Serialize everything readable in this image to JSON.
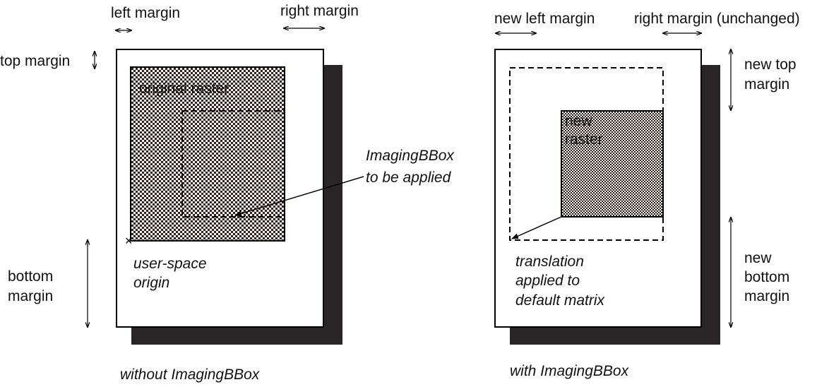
{
  "left_panel": {
    "labels": {
      "left_margin": "left margin",
      "right_margin": "right margin",
      "top_margin": "top margin",
      "bottom_margin": [
        "bottom",
        "margin"
      ],
      "raster": "original raster",
      "bbox": [
        "ImagingBBox",
        "to be applied"
      ],
      "origin": [
        "user-space",
        "origin"
      ],
      "caption": "without ImagingBBox"
    }
  },
  "right_panel": {
    "labels": {
      "left_margin": "new left margin",
      "right_margin": "right margin (unchanged)",
      "top_margin": [
        "new top",
        "margin"
      ],
      "bottom_margin": [
        "new",
        "bottom",
        "margin"
      ],
      "raster": [
        "new",
        "raster"
      ],
      "translation": [
        "translation",
        "applied to",
        "default matrix"
      ],
      "caption": "with ImagingBBox"
    }
  },
  "colors": {
    "shadow": "#2a2628",
    "line": "#000000",
    "raster_fill": "#f4efe6"
  }
}
